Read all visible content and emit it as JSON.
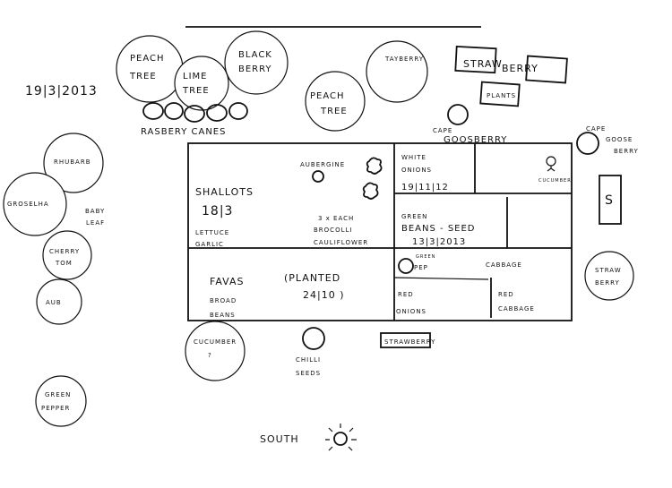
{
  "date": "19|3|2013",
  "trees": {
    "peach_1": [
      "PEACH",
      "TREE"
    ],
    "lime": [
      "LIME",
      "TREE"
    ],
    "blackberry": [
      "BLACK",
      "BERRY"
    ],
    "peach_2": [
      "PEACH",
      "TREE"
    ],
    "tayberry": "TAYBERRY",
    "raspberry_canes": "RASBERY CANES"
  },
  "strawberry_plants": {
    "a": "STRAW",
    "b": "BERRY",
    "plants": "PLANTS"
  },
  "cape_gooseberry_1": [
    "CAPE",
    "GOOSBERRY"
  ],
  "cape_gooseberry_2": [
    "CAPE",
    "GOOSE",
    "BERRY"
  ],
  "s_box": "S",
  "strawberry_right": [
    "STRAW",
    "BERRY"
  ],
  "left_column": {
    "rhubarb": "RHUBARB",
    "groselha": "GROSELHA",
    "baby_leaf": [
      "BABY",
      "LEAF"
    ],
    "cherry_tom": [
      "CHERRY",
      "TOM"
    ],
    "aub": "AUB",
    "green_pepper": [
      "GREEN",
      "PEPPER"
    ]
  },
  "bed": {
    "shallots": "SHALLOTS",
    "shallots_date": "18|3",
    "lettuce": "LETTUCE",
    "garlic": "GARLIC",
    "aubergine": "AUBERGINE",
    "brassicas": [
      "3 x EACH",
      "BROCOLLI",
      "CAULIFLOWER"
    ],
    "white_onions": [
      "WHITE",
      "ONIONS"
    ],
    "white_onions_date": "19|11|12",
    "cucumber": "CUCUMBER",
    "green_beans": [
      "GREEN",
      "BEANS - SEED"
    ],
    "green_beans_date": "13|3|2013",
    "green_pep": [
      "GREEN",
      "PEP"
    ],
    "cabbage": "CABBAGE",
    "red_onions": [
      "RED",
      "ONIONS"
    ],
    "red_cabbage": [
      "RED",
      "CABBAGE"
    ],
    "favas": [
      "FAVAS",
      "BROAD",
      "BEANS"
    ],
    "planted": [
      "(PLANTED",
      "24|10 )"
    ]
  },
  "bottom": {
    "cucumber": [
      "CUCUMBER",
      "?"
    ],
    "chilli": [
      "CHILLI",
      "SEEDS"
    ],
    "strawberry": "STRAWBERRY",
    "south": "SOUTH"
  }
}
